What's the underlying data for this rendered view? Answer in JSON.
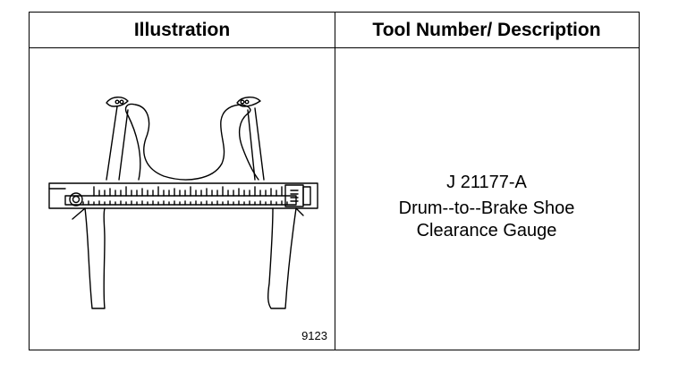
{
  "table": {
    "header_left": "Illustration",
    "header_right": "Tool Number/ Description"
  },
  "illustration": {
    "figure_number": "9123",
    "icon": "brake-shoe-clearance-gauge-drawing"
  },
  "tool": {
    "number": "J 21177-A",
    "description_line1": "Drum--to--Brake Shoe",
    "description_line2": "Clearance Gauge"
  }
}
